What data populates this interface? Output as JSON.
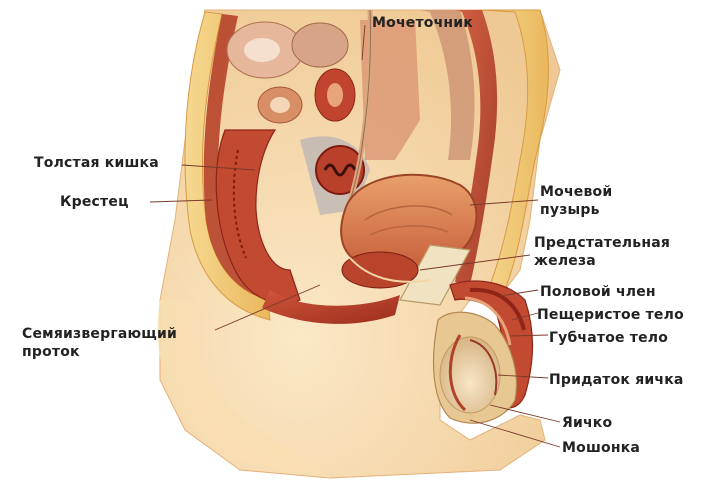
{
  "labels": {
    "ureter": "Мочеточник",
    "colon": "Толстая кишка",
    "sacrum": "Крестец",
    "bladder_line1": "Мочевой",
    "bladder_line2": "пузырь",
    "prostate_line1": "Предстательная",
    "prostate_line2": "железа",
    "penis": "Половой член",
    "corpus_cavernosum": "Пещеристое тело",
    "corpus_spongiosum": "Губчатое тело",
    "ejaculatory_duct_line1": "Семяизвергающий",
    "ejaculatory_duct_line2": "проток",
    "epididymis": "Придаток яичка",
    "testis": "Яичко",
    "scrotum": "Мошонка"
  },
  "colors": {
    "skin": "#f4d7a8",
    "skin_edge": "#e3b27a",
    "muscle": "#c8452f",
    "muscle_dark": "#8e2418",
    "bone": "#f0c87a",
    "organ": "#d9734f",
    "label_text": "#222222",
    "leader_line": "#7a3a2a"
  }
}
